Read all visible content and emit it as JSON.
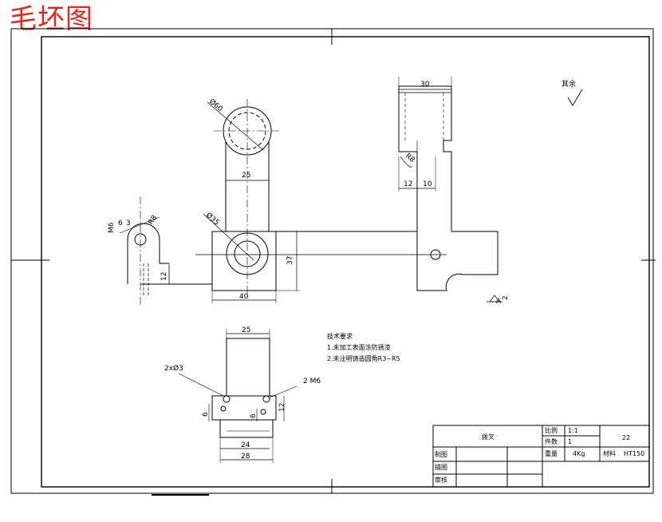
{
  "header": {
    "title": "毛坯图"
  },
  "colors": {
    "ink": "#000000",
    "title": "#e8241c",
    "paper": "#ffffff"
  },
  "dims": {
    "top_width": "30",
    "dia_top": "Ø60",
    "width_25": "25",
    "r_top": "R8",
    "d12": "12",
    "d10": "10",
    "r_small": "R8",
    "m6": "M6",
    "d6a": "6",
    "d3": "3",
    "dia_center": "Ø35",
    "h37": "37",
    "h12": "12",
    "w40": "40",
    "bottom_25": "25",
    "hole_2x": "2xØ3",
    "hole_2m": "2 M6",
    "d6b": "6",
    "d6c": "6",
    "d12b": "12",
    "w24": "24",
    "w28": "28",
    "datum_a": "A",
    "datum_num": "2"
  },
  "surface": {
    "label": "其余"
  },
  "notes": {
    "title": "技术要求",
    "line1": "1.未加工表面涂防锈漆",
    "line2": "2.未注明铸造圆角R3~R5"
  },
  "title_block": {
    "part_name": "拨叉",
    "scale_label": "比例",
    "scale_value": "1:1",
    "qty_label": "件数",
    "qty_value": "1",
    "drawing_no": "22",
    "weight_label": "重量",
    "weight_value": "4Kg",
    "material_label": "材料",
    "material_value": "HT150",
    "drawn_label": "制图",
    "check_label": "描图",
    "review_label": "审核"
  }
}
